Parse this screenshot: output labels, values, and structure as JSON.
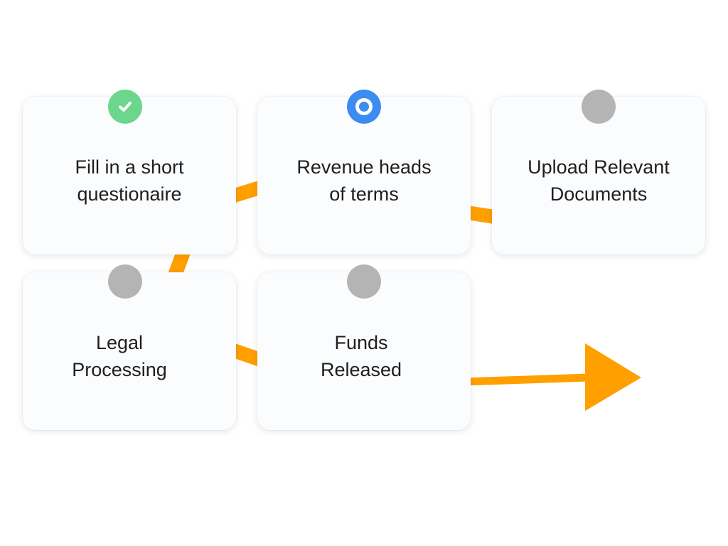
{
  "steps": [
    {
      "label": "Fill in a short\nquestionaire",
      "status": "completed",
      "status_icon": "check-icon"
    },
    {
      "label": "Revenue heads\nof terms",
      "status": "in-progress",
      "status_icon": "ring-icon"
    },
    {
      "label": "Upload Relevant\nDocuments",
      "status": "pending",
      "status_icon": "dot-icon"
    },
    {
      "label": "Legal\nProcessing",
      "status": "pending",
      "status_icon": "dot-icon"
    },
    {
      "label": "Funds\nReleased",
      "status": "pending",
      "status_icon": "dot-icon"
    }
  ],
  "colors": {
    "connector": "#FF9F00",
    "completed": "#6CD68C",
    "in_progress": "#3D8CF2",
    "pending": "#B4B4B4"
  }
}
